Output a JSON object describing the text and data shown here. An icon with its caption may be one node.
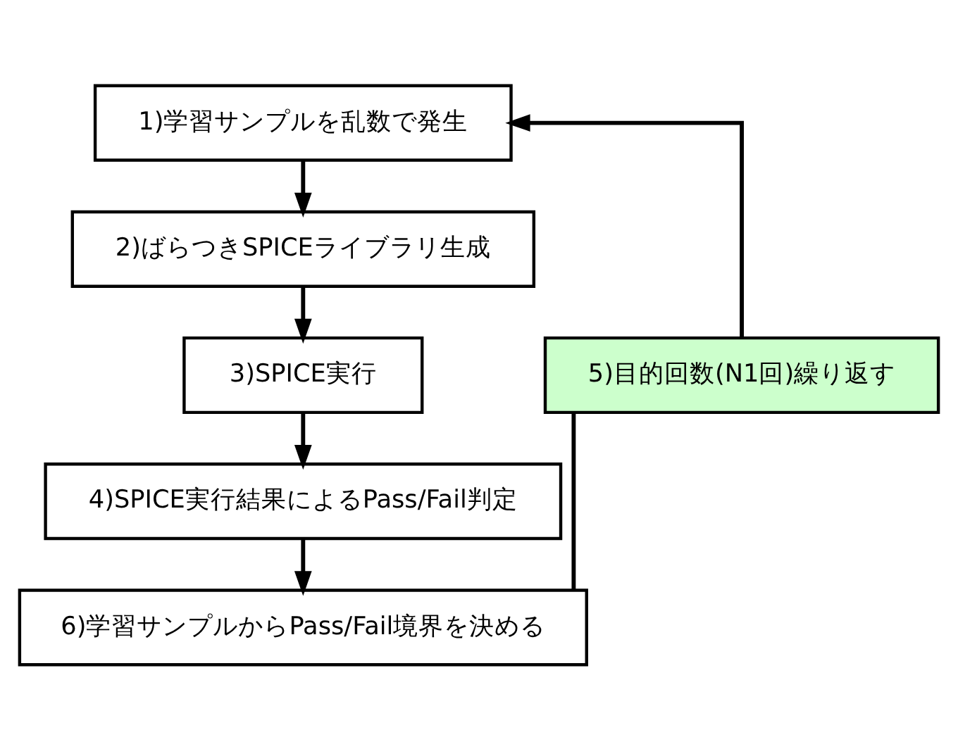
{
  "diagram": {
    "nodes": [
      {
        "text": [
          "1)学習サンプルを乱数で発生"
        ]
      },
      {
        "text": [
          "2)ばらつきSPICEライブラリ生成"
        ]
      },
      {
        "text": [
          "3)SPICE実行"
        ]
      },
      {
        "text": [
          "4)SPICE実行結果によるPass/Fail判定"
        ]
      },
      {
        "text": [
          "6)学習サンプルからPass/Fail境界を決める"
        ]
      },
      {
        "text": [
          "5)目的回数(N1回)繰り返す"
        ]
      }
    ],
    "edges": [
      {
        "from": 0,
        "to": 1,
        "arrow": "to"
      },
      {
        "from": 1,
        "to": 2,
        "arrow": "to"
      },
      {
        "from": 2,
        "to": 3,
        "arrow": "to"
      },
      {
        "from": 3,
        "to": 4,
        "arrow": "to"
      },
      {
        "from": 4,
        "to": 5,
        "arrow": "none"
      },
      {
        "from": 5,
        "to": 0,
        "arrow": "to"
      }
    ]
  }
}
